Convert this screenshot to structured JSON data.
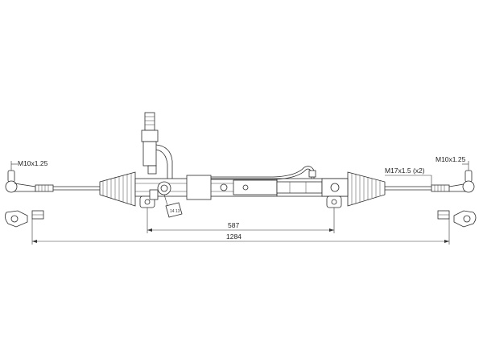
{
  "labels": {
    "thread_left": "M10x1.25",
    "thread_right": "M10x1.25",
    "thread_inner": "M17x1.5 (x2)",
    "dim_center": "587",
    "dim_overall": "1284",
    "spline": "14 13"
  },
  "colors": {
    "line": "#2b2b2b",
    "background": "#ffffff"
  }
}
